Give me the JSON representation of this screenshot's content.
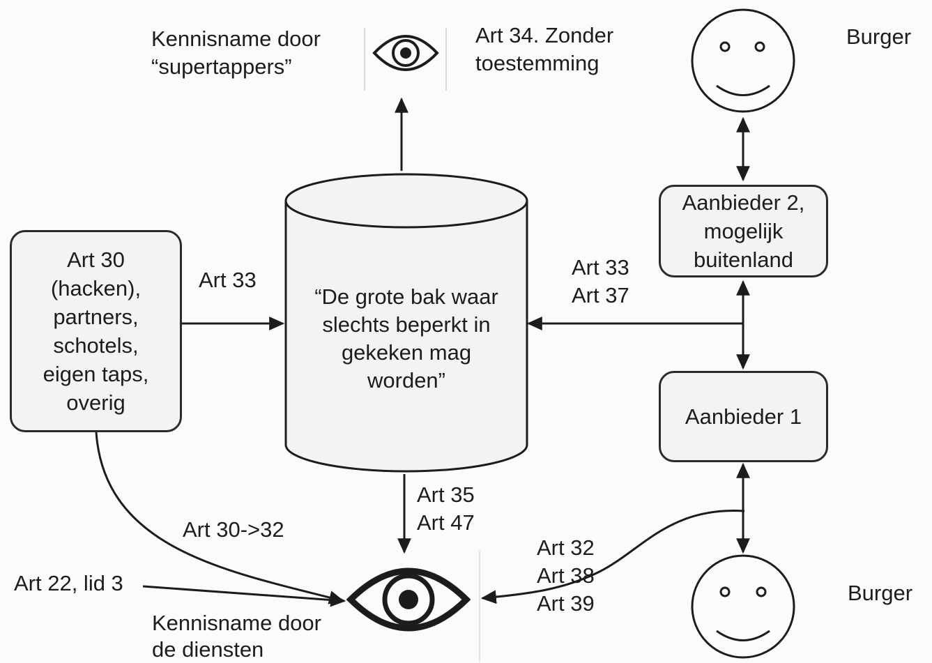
{
  "labels": {
    "top_left": "Kennisname door\n“supertappers”",
    "top_right": "Art 34. Zonder\ntoestemming",
    "burger_top": "Burger",
    "burger_bottom": "Burger",
    "art33_left": "Art 33",
    "art33_37": "Art 33\nArt 37",
    "art35_47": "Art 35\nArt 47",
    "art30_32": "Art 30->32",
    "art32_38_39": "Art 32\nArt 38\nArt 39",
    "art22": "Art 22, lid 3",
    "bottom_caption": "Kennisname door\nde diensten"
  },
  "boxes": {
    "left": "Art 30\n(hacken),\npartners,\nschotels,\neigen taps,\noverig",
    "aanbieder2": "Aanbieder 2,\nmogelijk\nbuitenland",
    "aanbieder1": "Aanbieder 1"
  },
  "cylinder": {
    "text": "“De grote bak waar\nslechts beperkt in\ngekeken mag\nworden”"
  },
  "icons": {
    "eye_top": "eye-icon",
    "eye_bottom": "eye-icon",
    "face_top": "smiley-face-icon",
    "face_bottom": "smiley-face-icon"
  },
  "colors": {
    "ink": "#1c1c1c",
    "box_fill": "#f3f3f1"
  }
}
